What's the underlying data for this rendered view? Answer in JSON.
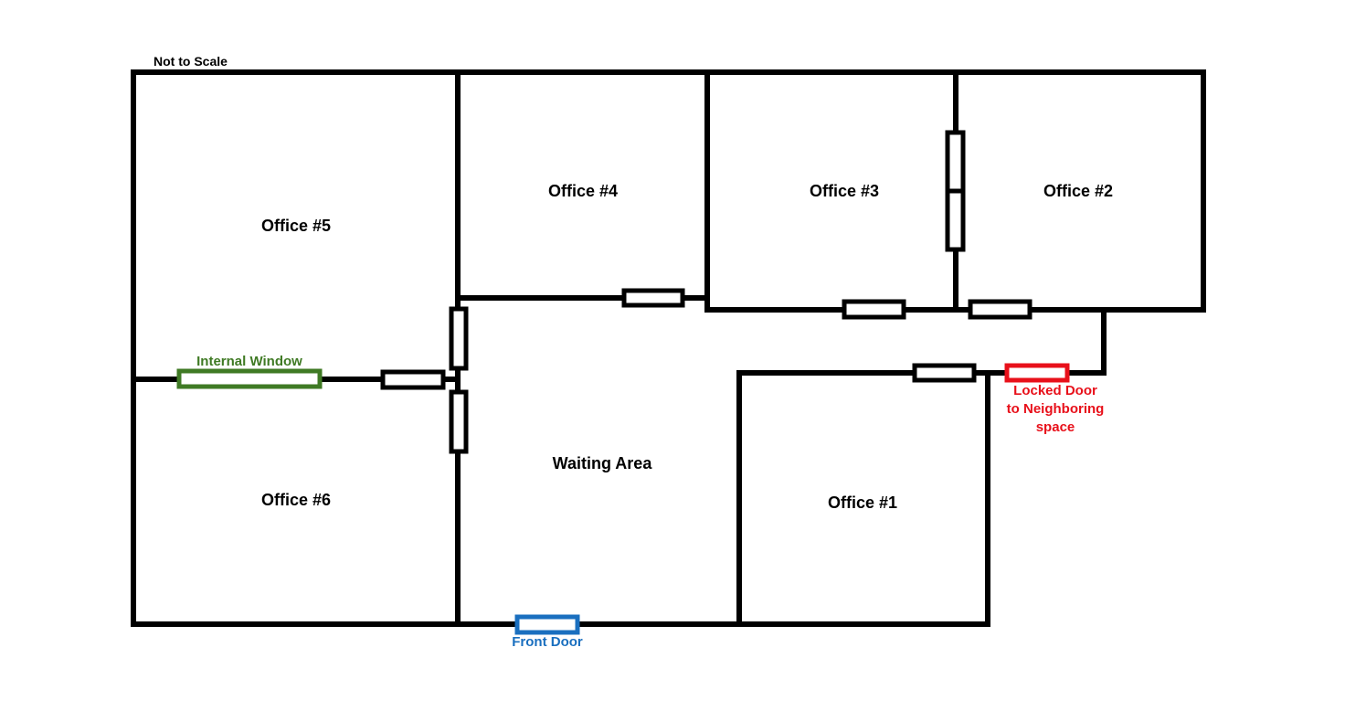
{
  "note": "Not to Scale",
  "rooms": {
    "office5": "Office #5",
    "office4": "Office #4",
    "office3": "Office #3",
    "office2": "Office #2",
    "office6": "Office #6",
    "office1": "Office #1",
    "waiting": "Waiting Area"
  },
  "callouts": {
    "internal_window": "Internal Window",
    "front_door": "Front Door",
    "locked_door_line1": "Locked Door",
    "locked_door_line2": "to Neighboring",
    "locked_door_line3": "space"
  },
  "colors": {
    "internal_window": "#3f7a24",
    "front_door": "#1a6fbf",
    "locked_door": "#e8101a"
  }
}
